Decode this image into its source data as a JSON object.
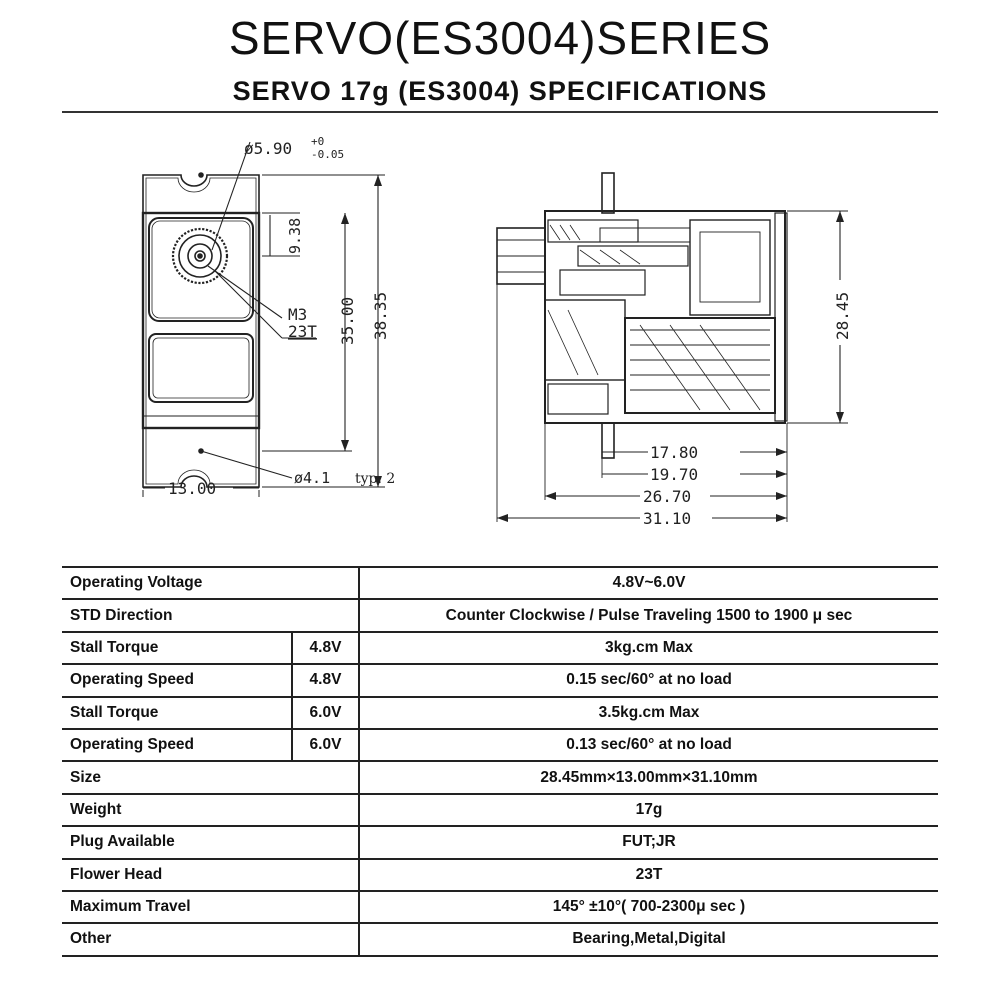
{
  "title": "SERVO(ES3004)SERIES",
  "subtitle": "SERVO 17g (ES3004) SPECIFICATIONS",
  "drawing": {
    "front": {
      "shaft_dia_main": "ø5.90",
      "shaft_tol_upper": "+0",
      "shaft_tol_lower": "-0.05",
      "dim_shaft_offset": "9.38",
      "dim_height_35": "35.00",
      "dim_height_3835": "38.35",
      "thread": "M3",
      "spline": "23T",
      "hole_dia": "ø4.1",
      "hole_typ": "typ. 2",
      "dim_width": "13.00"
    },
    "side": {
      "dim_height": "28.45",
      "dim_1780": "17.80",
      "dim_1970": "19.70",
      "dim_2670": "26.70",
      "dim_3110": "31.10"
    }
  },
  "specs": [
    {
      "label": "Operating Voltage",
      "condition": "",
      "value": "4.8V~6.0V"
    },
    {
      "label": "STD Direction",
      "condition": "",
      "value": "Counter Clockwise / Pulse Traveling 1500 to 1900 μ sec"
    },
    {
      "label": "Stall Torque",
      "condition": "4.8V",
      "value": "3kg.cm Max"
    },
    {
      "label": "Operating Speed",
      "condition": "4.8V",
      "value": "0.15 sec/60° at no load"
    },
    {
      "label": "Stall Torque",
      "condition": "6.0V",
      "value": "3.5kg.cm Max"
    },
    {
      "label": "Operating Speed",
      "condition": "6.0V",
      "value": "0.13 sec/60° at no load"
    },
    {
      "label": "Size",
      "condition": "",
      "value": "28.45mm×13.00mm×31.10mm"
    },
    {
      "label": "Weight",
      "condition": "",
      "value": "17g"
    },
    {
      "label": "Plug Available",
      "condition": "",
      "value": "FUT;JR"
    },
    {
      "label": "Flower Head",
      "condition": "",
      "value": "23T"
    },
    {
      "label": "Maximum Travel",
      "condition": "",
      "value": "145° ±10°( 700-2300μ sec )"
    },
    {
      "label": "Other",
      "condition": "",
      "value": "Bearing,Metal,Digital"
    }
  ]
}
